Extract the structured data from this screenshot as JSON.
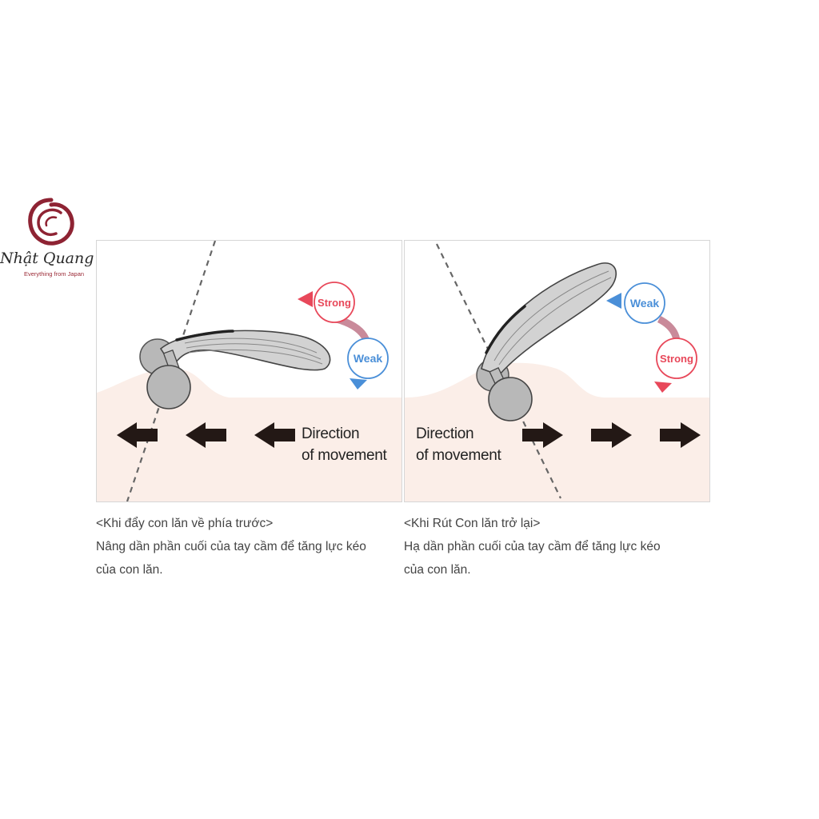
{
  "logo": {
    "name": "Nhật Quang",
    "tagline": "Everything from Japan",
    "mark_icon": "brush-circle-icon",
    "mark_color": "#8e2333"
  },
  "panels": [
    {
      "id": "push",
      "direction_line1": "Direction",
      "direction_line2": "of movement",
      "arrow_direction": "left",
      "force_top": "Strong",
      "force_top_color": "#e8485a",
      "force_bottom": "Weak",
      "force_bottom_color": "#4a8fd8",
      "caption_title": "<Khi đẩy con lăn về phía trước>",
      "caption_line1": "Nâng dần phần cuối của tay cầm để tăng lực kéo",
      "caption_line2": "của con lăn."
    },
    {
      "id": "pull",
      "direction_line1": "Direction",
      "direction_line2": "of movement",
      "arrow_direction": "right",
      "force_top": "Weak",
      "force_top_color": "#4a8fd8",
      "force_bottom": "Strong",
      "force_bottom_color": "#e8485a",
      "caption_title": "<Khi Rút Con lăn trở lại>",
      "caption_line1": "Hạ dần phần cuối của tay cầm để tăng lực kéo",
      "caption_line2": "của con lăn."
    }
  ],
  "colors": {
    "skin": "#fbeee8",
    "arrow": "#231815",
    "roller": "#b8b8b8",
    "panel_border": "#d6d6d6"
  }
}
